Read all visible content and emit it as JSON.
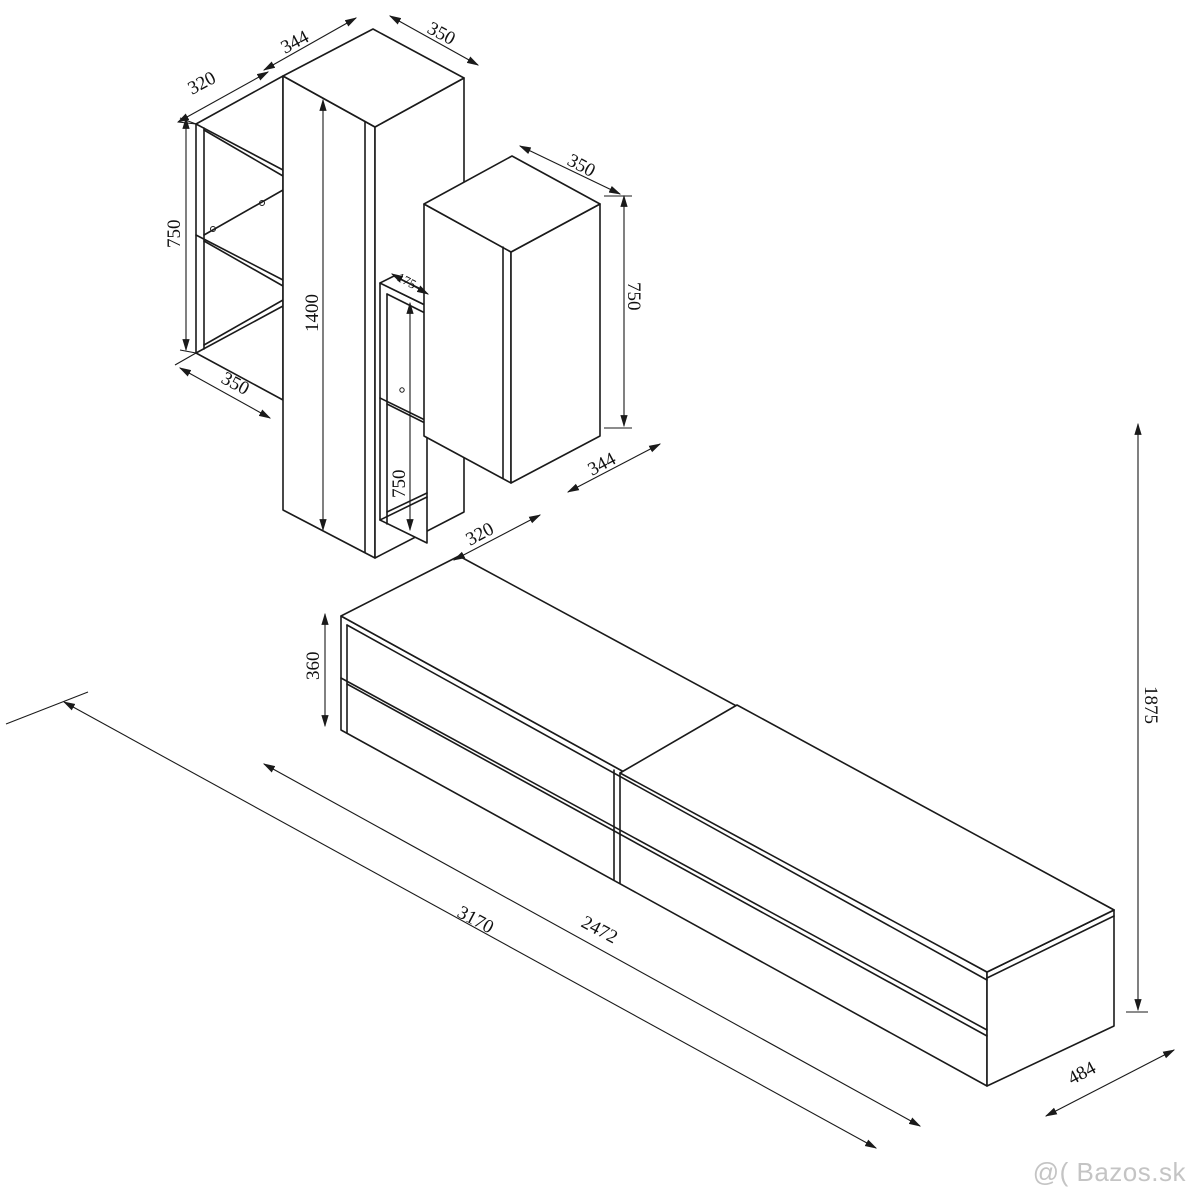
{
  "drawing": {
    "dimensions": {
      "shelf_top_depth": "320",
      "tall_top_width": "344",
      "tall_top_depth": "350",
      "shelf_height": "750",
      "tall_height": "1400",
      "shelf_bottom_width": "350",
      "small_cab_depth": "350",
      "small_cab_height": "750",
      "narrow_width": "175",
      "narrow_height": "750",
      "small_cab_width": "344",
      "narrow_depth": "320",
      "tv_height": "360",
      "total_height": "1875",
      "total_width": "3170",
      "tv_width": "2472",
      "tv_depth": "484"
    }
  },
  "watermark": "@( Bazos.sk"
}
